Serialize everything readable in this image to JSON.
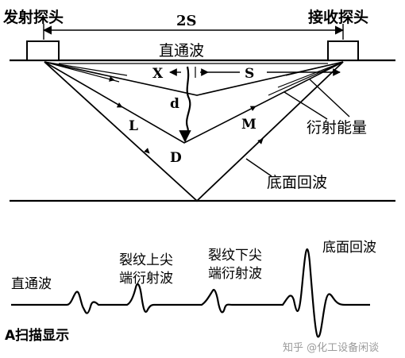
{
  "top": {
    "transmitter_label": "发射探头",
    "receiver_label": "接收探头",
    "separation_label": "2S",
    "lateral_wave_label": "直通波",
    "x_label": "X",
    "s_label": "S",
    "d_label": "d",
    "l_label": "L",
    "m_label": "M",
    "defect_label": "D",
    "diffraction_label": "衍射能量",
    "backwall_label": "底面回波"
  },
  "ascan": {
    "lateral_label": "直通波",
    "upper_tip_label_line1": "裂纹上尖",
    "upper_tip_label_line2": "端衍射波",
    "lower_tip_label_line1": "裂纹下尖",
    "lower_tip_label_line2": "端衍射波",
    "backwall_label": "底面回波",
    "display_label": "A扫描显示"
  },
  "watermark": "知乎 @化工设备闲谈"
}
